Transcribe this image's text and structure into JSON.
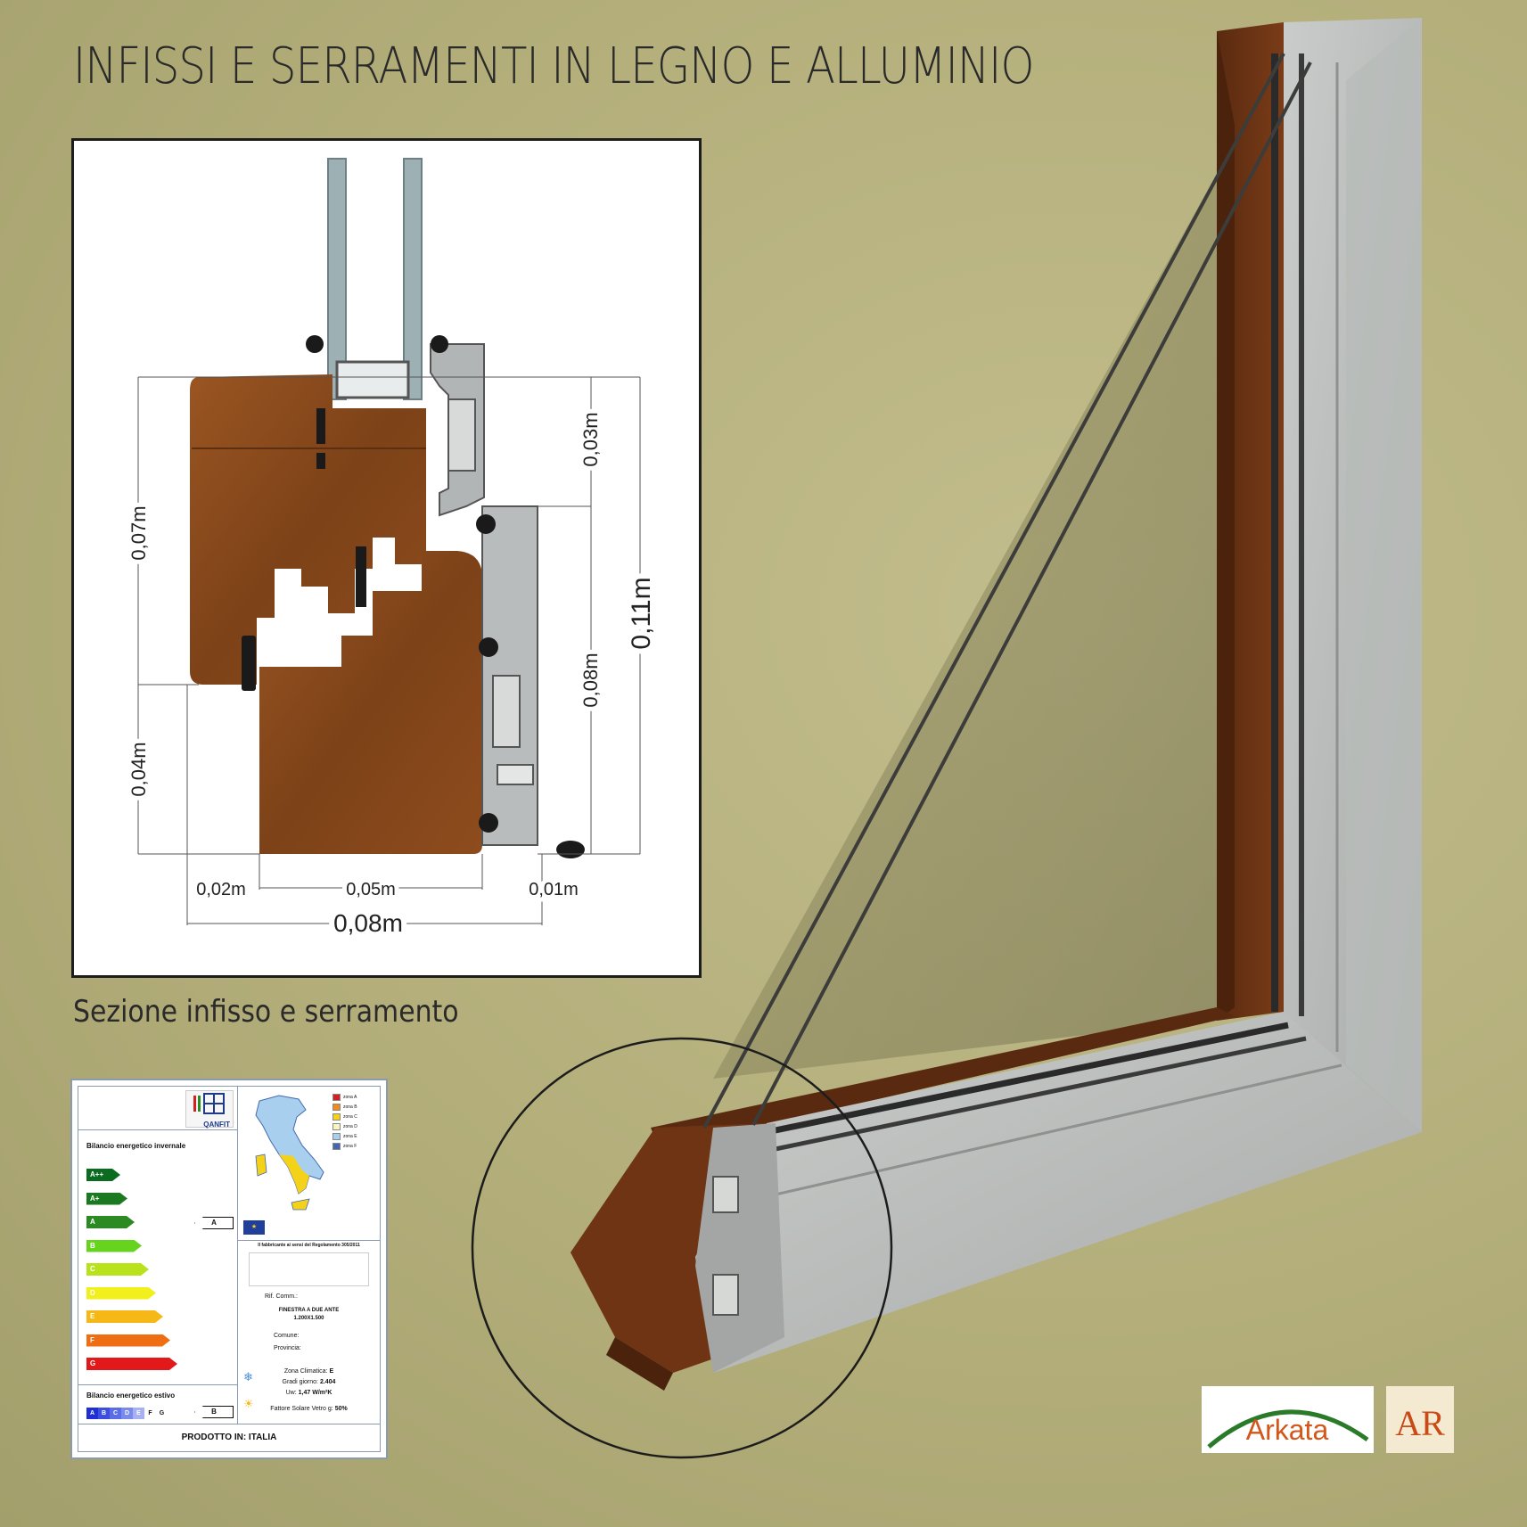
{
  "header": {
    "title": "INFISSI E SERRAMENTI IN LEGNO E ALLUMINIO"
  },
  "section_drawing": {
    "caption": "Sezione infisso e serramento",
    "dimensions": {
      "d_007": "0,07m",
      "d_004": "0,04m",
      "d_003": "0,03m",
      "d_008_vertical": "0,08m",
      "d_011": "0,11m",
      "d_002": "0,02m",
      "d_005": "0,05m",
      "d_001": "0,01m",
      "d_008_horizontal": "0,08m"
    },
    "colors": {
      "wood": "#8a4a1c",
      "aluminium": "#a9aeb0",
      "gasket": "#1a1a1a"
    }
  },
  "energy_label": {
    "brand": "QANFIT",
    "winter_heading": "Bilancio energetico invernale",
    "classes": [
      {
        "label": "A++",
        "color": "#0b6b1f"
      },
      {
        "label": "A+",
        "color": "#1b7a20"
      },
      {
        "label": "A",
        "color": "#2b8a22"
      },
      {
        "label": "B",
        "color": "#66d41e"
      },
      {
        "label": "C",
        "color": "#b8e31c"
      },
      {
        "label": "D",
        "color": "#f1ef1c"
      },
      {
        "label": "E",
        "color": "#f5b816"
      },
      {
        "label": "F",
        "color": "#f06e12"
      },
      {
        "label": "G",
        "color": "#e3181a"
      }
    ],
    "winter_rating": "A",
    "summer_heading": "Bilancio energetico estivo",
    "summer_classes": [
      "A",
      "B",
      "C",
      "D",
      "E",
      "F",
      "G"
    ],
    "summer_rating": "B",
    "zone_legend": [
      "zona A",
      "zona B",
      "zona C",
      "zona D",
      "zona E",
      "zona F"
    ],
    "zone_colors": [
      "#d32020",
      "#f08a1c",
      "#f5d21a",
      "#f8f4c0",
      "#a8d0ee",
      "#4468b0"
    ],
    "manufacturer_line": "Il fabbricante ai sensi del Regolamento 305/2011",
    "rif_comm": "Rif. Comm.:",
    "product": "FINESTRA A DUE ANTE",
    "size": "1.200X1.500",
    "comune": "Comune:",
    "provincia": "Provincia:",
    "zona_climatica_label": "Zona Climatica:",
    "zona_climatica_value": "E",
    "gradi_giorno_label": "Gradi giorno:",
    "gradi_giorno_value": "2.404",
    "uw_label": "Uw:",
    "uw_value": "1,47 W/m²K",
    "solar_label": "Fattore Solare Vetro g:",
    "solar_value": "50%",
    "footer": "PRODOTTO IN: ITALIA"
  },
  "logos": {
    "arkata": "Arkata",
    "ar": "AR"
  }
}
